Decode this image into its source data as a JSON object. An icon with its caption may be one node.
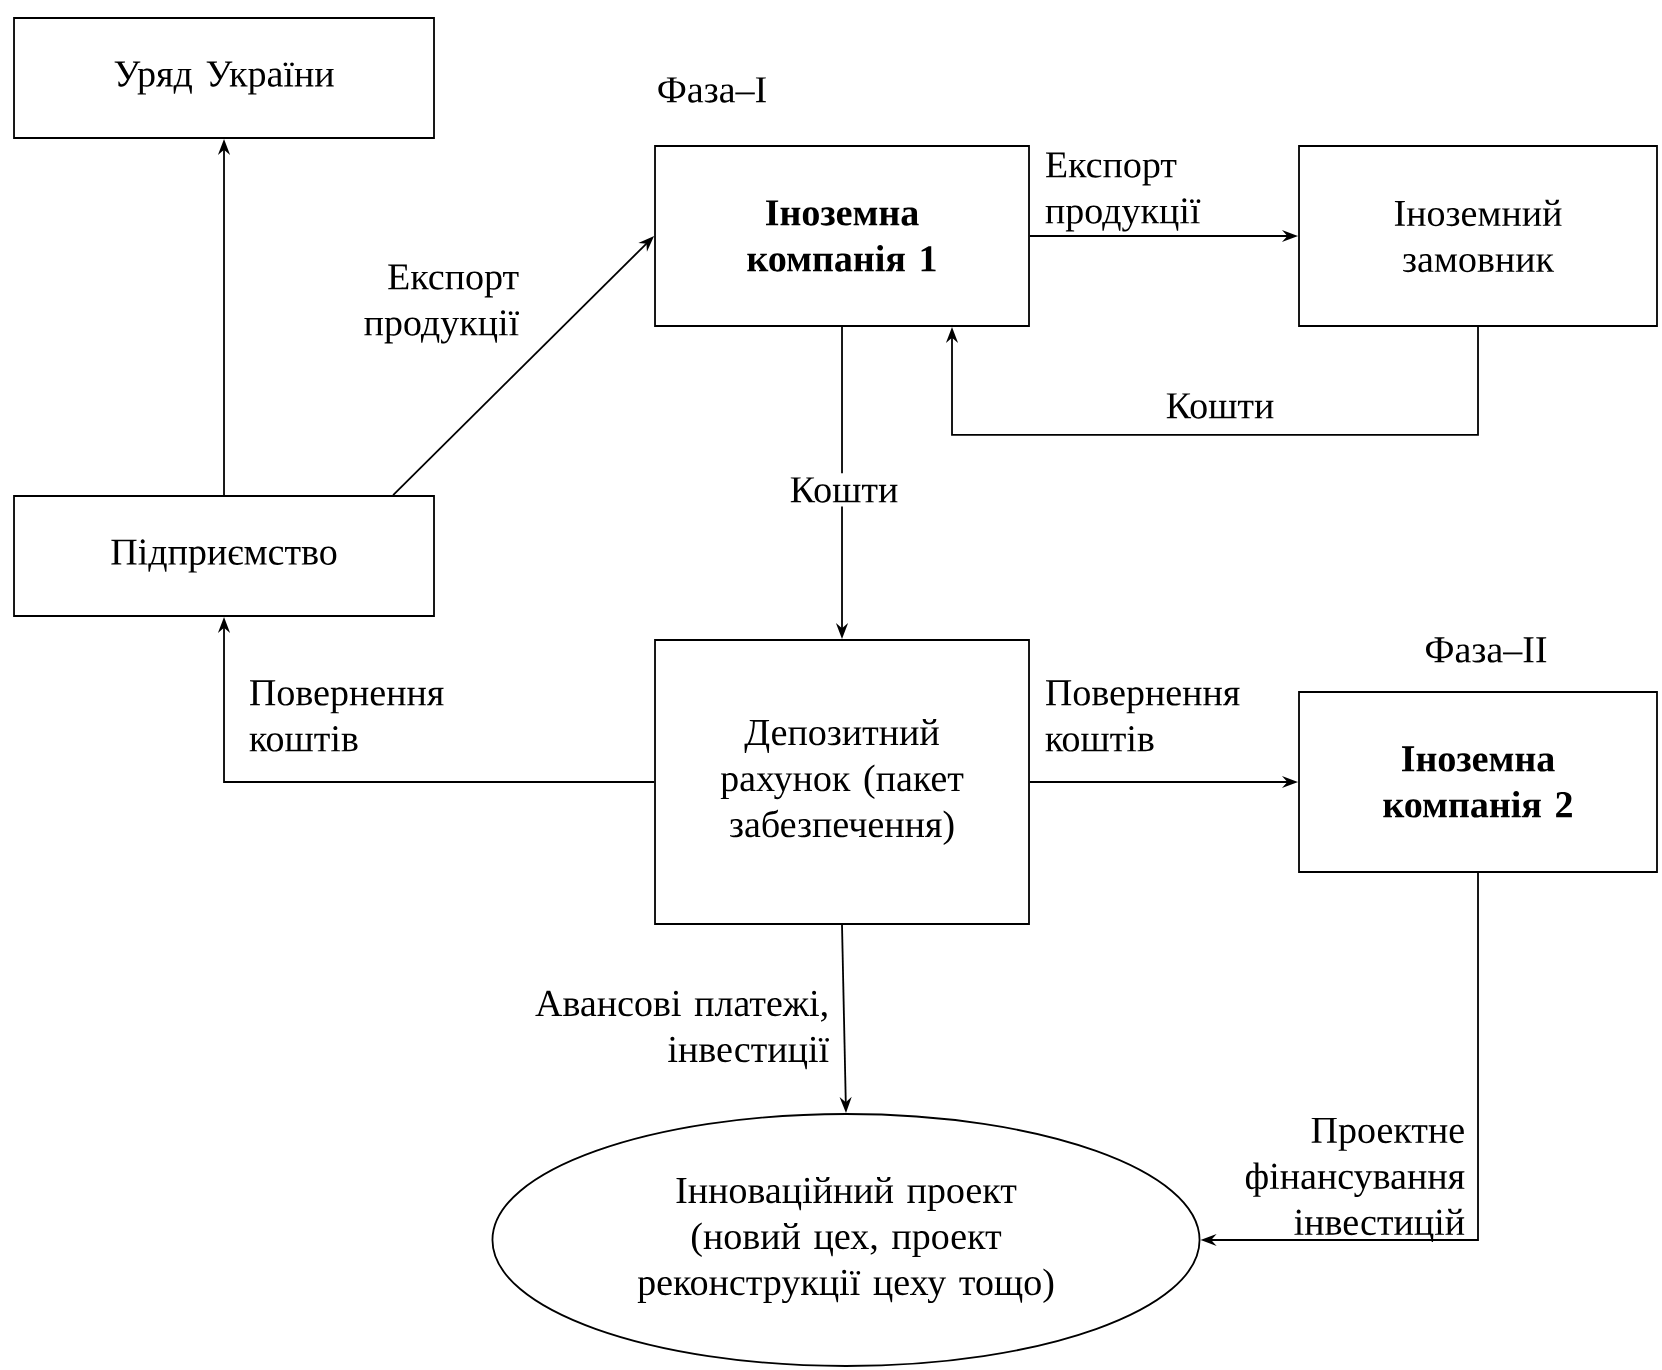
{
  "diagram": {
    "nodes": [
      {
        "text": [
          "Уряд України"
        ]
      },
      {
        "text": [
          "Підприємство"
        ]
      },
      {
        "text": [
          "Іноземна компанія 1"
        ],
        "beside": [
          "Фаза–I"
        ]
      },
      {
        "text": [
          "Іноземний замовник"
        ]
      },
      {
        "text": [
          "Депозитний рахунок (пакет забезпечення)"
        ]
      },
      {
        "text": [
          "Іноземна компанія 2"
        ],
        "beside": [
          "Фаза–II"
        ]
      },
      {
        "text": [
          "Інноваційний проект (новий цех, проект реконструкції цеху тощо)"
        ]
      }
    ],
    "edges": [
      {
        "from": 1,
        "to": 0,
        "arrow": "to"
      },
      {
        "from": 1,
        "to": 2,
        "arrow": "to",
        "label": "Експорт продукції"
      },
      {
        "from": 2,
        "to": 3,
        "arrow": "to",
        "label": "Експорт продукції"
      },
      {
        "from": 3,
        "to": 2,
        "arrow": "to",
        "label": "Кошти"
      },
      {
        "from": 2,
        "to": 4,
        "arrow": "to",
        "label": "Кошти"
      },
      {
        "from": 4,
        "to": 1,
        "arrow": "to",
        "label": "Повернення коштів"
      },
      {
        "from": 4,
        "to": 5,
        "arrow": "to",
        "label": "Повернення коштів"
      },
      {
        "from": 4,
        "to": 6,
        "arrow": "to",
        "label": "Авансові платежі, інвестиції"
      },
      {
        "from": 5,
        "to": 6,
        "arrow": "to",
        "label": "Проектне фінансування інвестицій"
      }
    ]
  }
}
